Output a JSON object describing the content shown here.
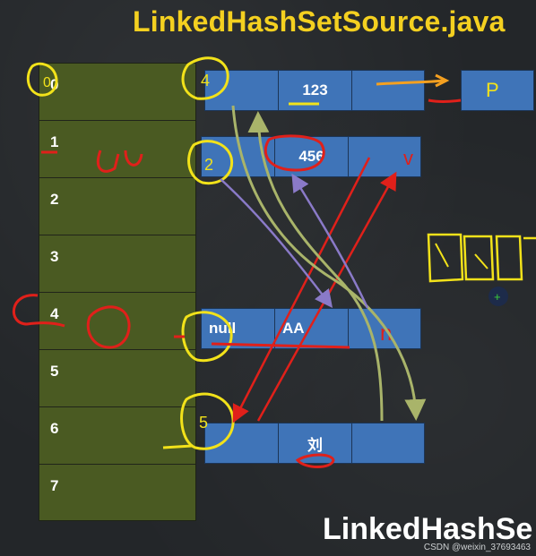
{
  "title": "LinkedHashSetSource.java",
  "footer_title": "LinkedHashSe",
  "watermark": "CSDN @weixin_37693463",
  "table": {
    "indices": [
      "0",
      "1",
      "2",
      "3",
      "4",
      "5",
      "6",
      "7"
    ]
  },
  "nodes": [
    {
      "id": "node-123",
      "before": "",
      "value": "123",
      "after": ""
    },
    {
      "id": "node-456",
      "before": "",
      "value": "456",
      "after": ""
    },
    {
      "id": "node-aa",
      "before": "null",
      "value": "AA",
      "after": ""
    },
    {
      "id": "node-liu",
      "before": "",
      "value": "刘",
      "after": ""
    },
    {
      "id": "node-p",
      "before": "",
      "value": "",
      "after": ""
    }
  ],
  "annotations": {
    "circled_0": "0",
    "order_marks": [
      "4",
      "2",
      "5"
    ],
    "letter_p": "P",
    "letter_n": "n",
    "letter_v": "v"
  },
  "colors": {
    "title": "#f4d020",
    "table_cell": "#4a5a22",
    "node_fill": "#3f74b8",
    "ink_yellow": "#f2e21a",
    "ink_red": "#e0201a",
    "ink_green": "#a9b46a",
    "ink_purple": "#8a7ac8",
    "background": "#232629"
  }
}
